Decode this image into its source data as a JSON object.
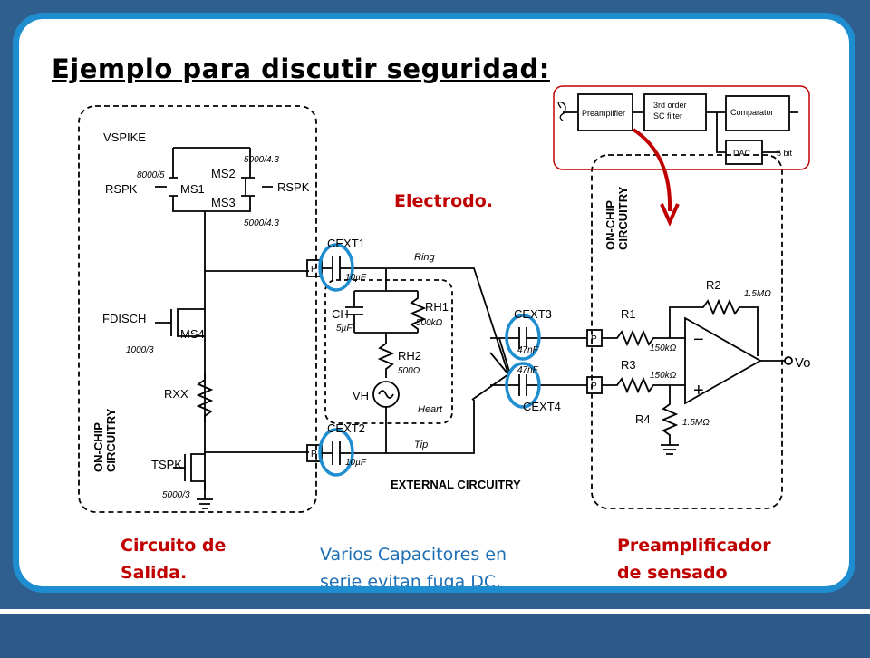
{
  "title": "Ejemplo para discutir seguridad:",
  "labels": {
    "electrodo": "Electrodo.",
    "circuito_line1": "Circuito de",
    "circuito_line2": "Salida.",
    "capacitores_line1": "Varios Capacitores en",
    "capacitores_line2": "serie evitan fuga DC.",
    "preamp_line1": "Preamplificador",
    "preamp_line2": "de sensado"
  },
  "block_diagram": {
    "preamplifier": "Preamplifier",
    "sc_filter_line1": "3rd order",
    "sc_filter_line2": "SC filter",
    "comparator": "Comparator",
    "dac": "DAC",
    "bits": "5 bit"
  },
  "schematic": {
    "vspike": "VSPIKE",
    "rspk_left": "RSPK",
    "rspk_right": "RSPK",
    "ms1": "MS1",
    "ms2": "MS2",
    "ms3": "MS3",
    "ratio_8000": "8000/5",
    "ratio_5000a": "5000/4.3",
    "ratio_5000b": "5000/4.3",
    "fdisch": "FDISCH",
    "ms4": "MS4",
    "ratio_1000": "1000/3",
    "rxx": "RXX",
    "tspk": "TSPK",
    "ratio_5000c": "5000/3",
    "on_chip_left_1": "ON-CHIP",
    "on_chip_left_2": "CIRCUITRY",
    "on_chip_right_1": "ON-CHIP",
    "on_chip_right_2": "CIRCUITRY",
    "cext1": "CEXT1",
    "cext2": "CEXT2",
    "cext3": "CEXT3",
    "cext4": "CEXT4",
    "cap_10uf_a": "10µF",
    "cap_10uf_b": "10µF",
    "cap_47nf_a": "47nF",
    "cap_47nf_b": "47nF",
    "pad_p": "P",
    "ring": "Ring",
    "tip": "Tip",
    "ch": "CH",
    "ch_val": "5µF",
    "rh1": "RH1",
    "rh1_val": "500kΩ",
    "rh2": "RH2",
    "rh2_val": "500Ω",
    "vh": "VH",
    "heart": "Heart",
    "external": "EXTERNAL CIRCUITRY",
    "r1": "R1",
    "r1_val": "150kΩ",
    "r2": "R2",
    "r2_val": "1.5MΩ",
    "r3": "R3",
    "r3_val": "150kΩ",
    "r4": "R4",
    "r4_val": "1.5MΩ",
    "vo": "Vo",
    "minus": "−",
    "plus": "+"
  },
  "colors": {
    "accent_red": "#c00000",
    "accent_blue": "#1f8ed0",
    "background": "#2f5f8f"
  }
}
